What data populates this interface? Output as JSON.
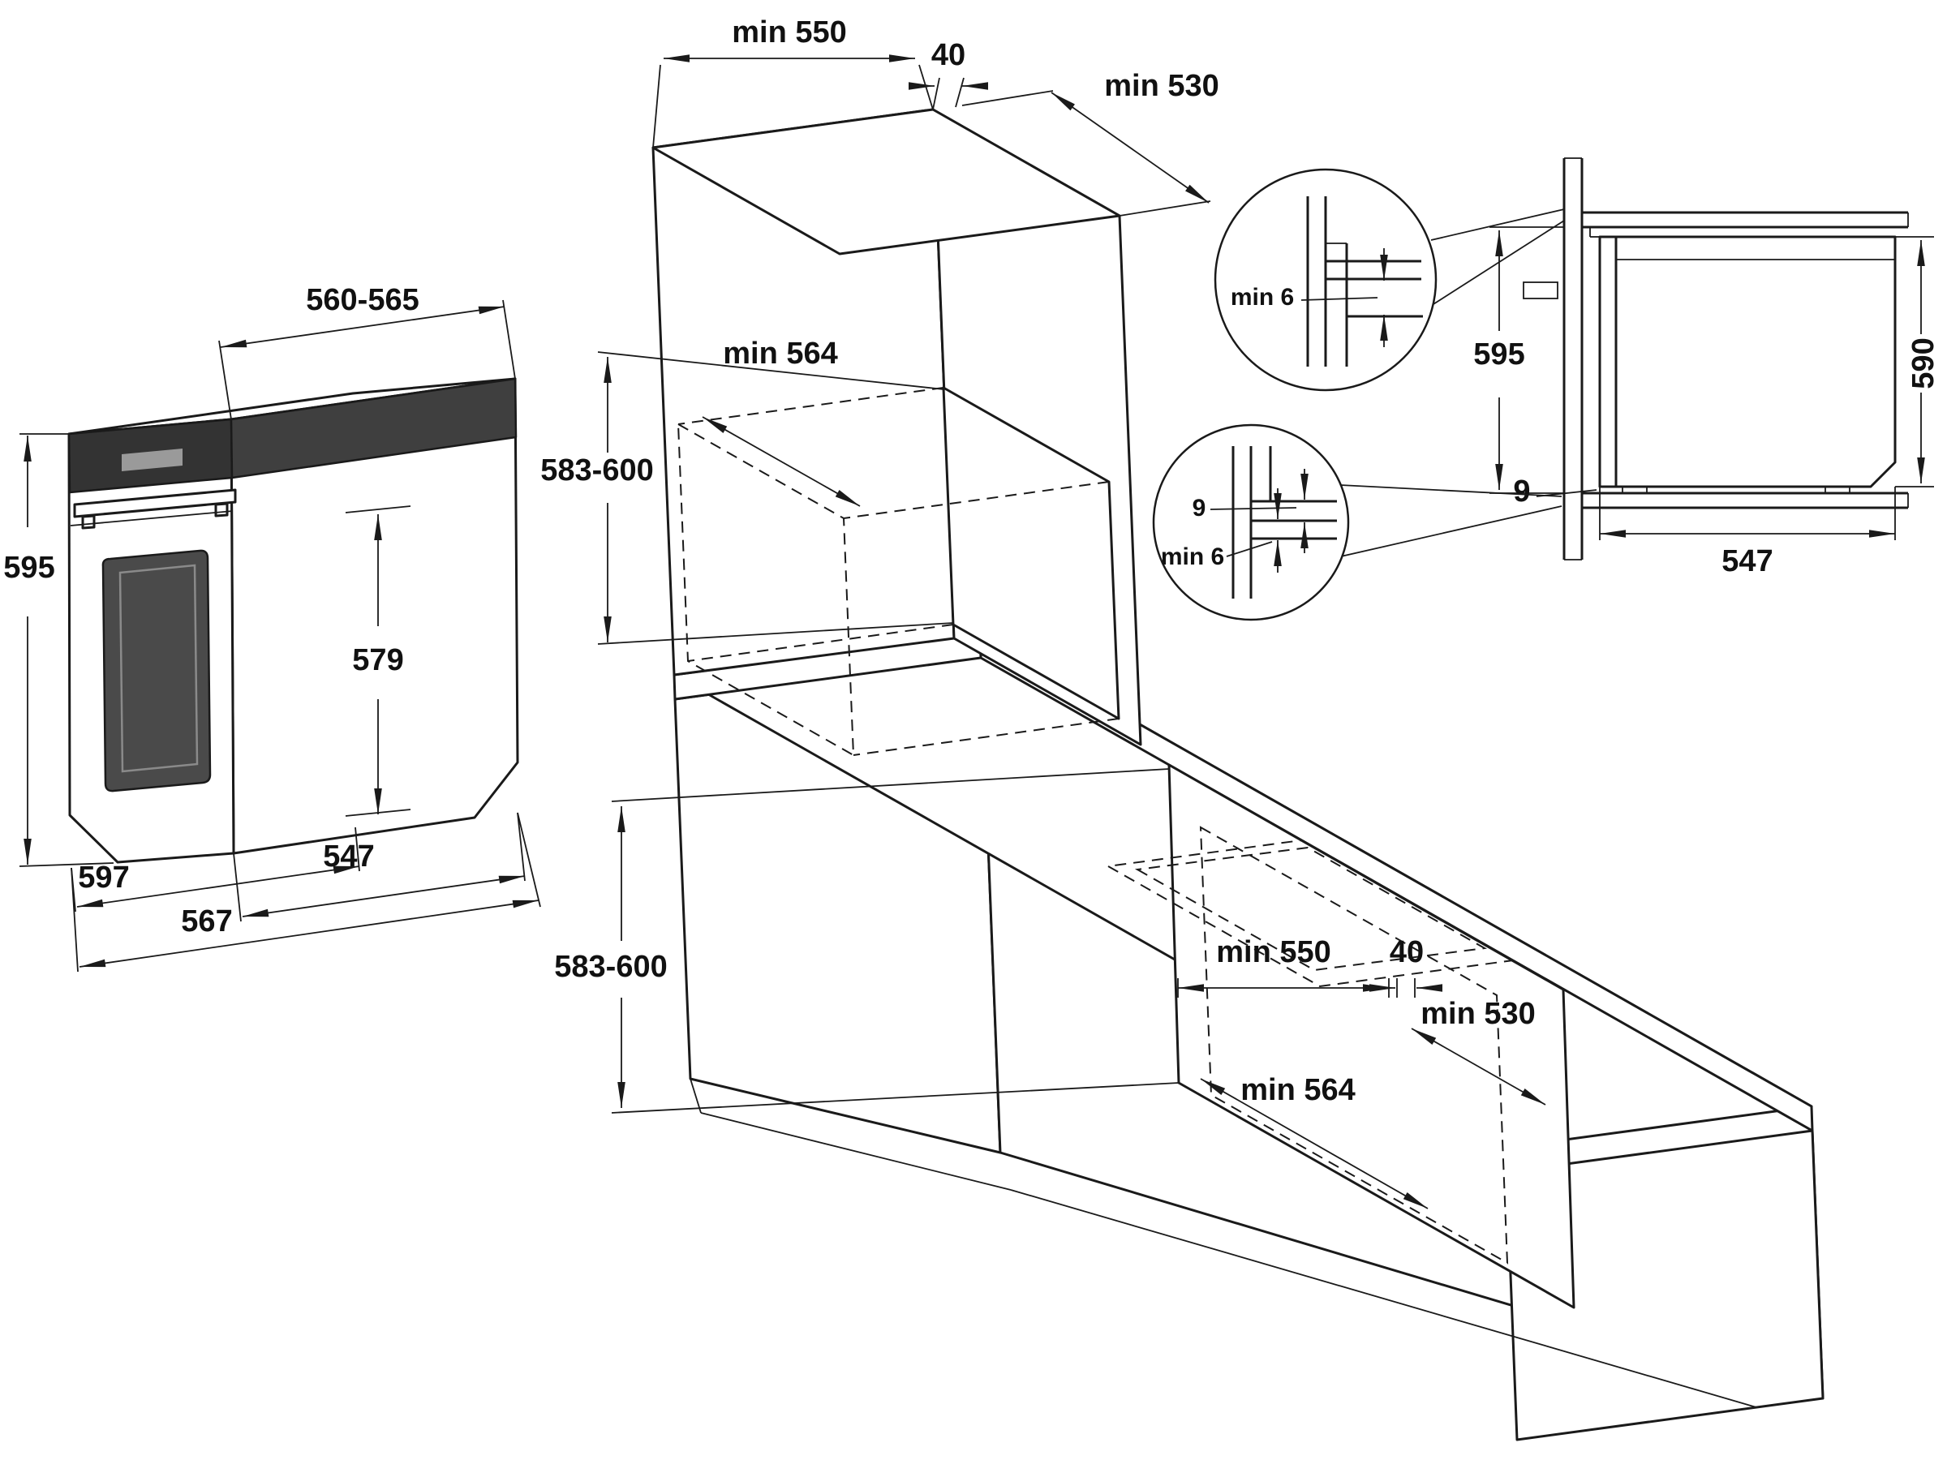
{
  "oven_view": {
    "height": "595",
    "top_depth": "560-565",
    "door_height": "579",
    "width": "597",
    "bottom_depth": "547",
    "total_depth": "567"
  },
  "tall_unit": {
    "top_depth": "min 550",
    "vent_gap": "40",
    "upper_depth": "min 530",
    "niche_width": "min 564",
    "niche_height": "583-600"
  },
  "base_unit": {
    "niche_height": "583-600",
    "niche_depth": "min 550",
    "vent_gap": "40",
    "upper_depth": "min 530",
    "niche_width": "min 564"
  },
  "section_view": {
    "top_clearance": "min 6",
    "gap_detail": "9",
    "bottom_clearance": "min 6",
    "niche_height": "595",
    "oven_height": "590",
    "bottom_gap": "9",
    "oven_depth": "547"
  }
}
